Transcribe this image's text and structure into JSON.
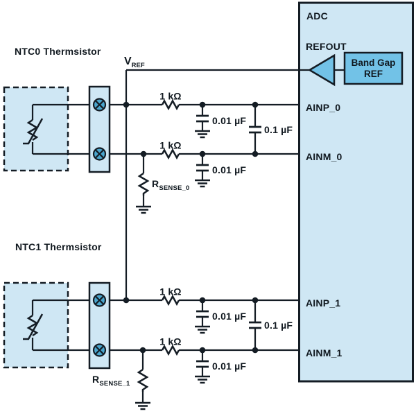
{
  "diagram": {
    "ntc0_label": "NTC0 Thermsistor",
    "ntc1_label": "NTC1 Thermsistor",
    "vref_label": {
      "base": "V",
      "sub": "REF"
    },
    "filter_resistor_label": "1 kΩ",
    "cap_small_label": "0.01 µF",
    "cap_big_label": "0.1 µF",
    "rsense0_label": {
      "base": "R",
      "sub": "SENSE_0"
    },
    "rsense1_label": {
      "base": "R",
      "sub": "SENSE_1"
    },
    "adc": {
      "title": "ADC",
      "refout_pin": "REFOUT",
      "bandgap_line1": "Band Gap",
      "bandgap_line2": "REF",
      "pin_ainp0": "AINP_0",
      "pin_ainm0": "AINM_0",
      "pin_ainp1": "AINP_1",
      "pin_ainm1": "AINM_1"
    },
    "colors": {
      "fill_light": "#cfe7f4",
      "fill_medium": "#72c2e7",
      "fill_port": "#4aa6ce",
      "line": "#141c24",
      "text": "#10181f",
      "background": "#ffffff"
    }
  }
}
